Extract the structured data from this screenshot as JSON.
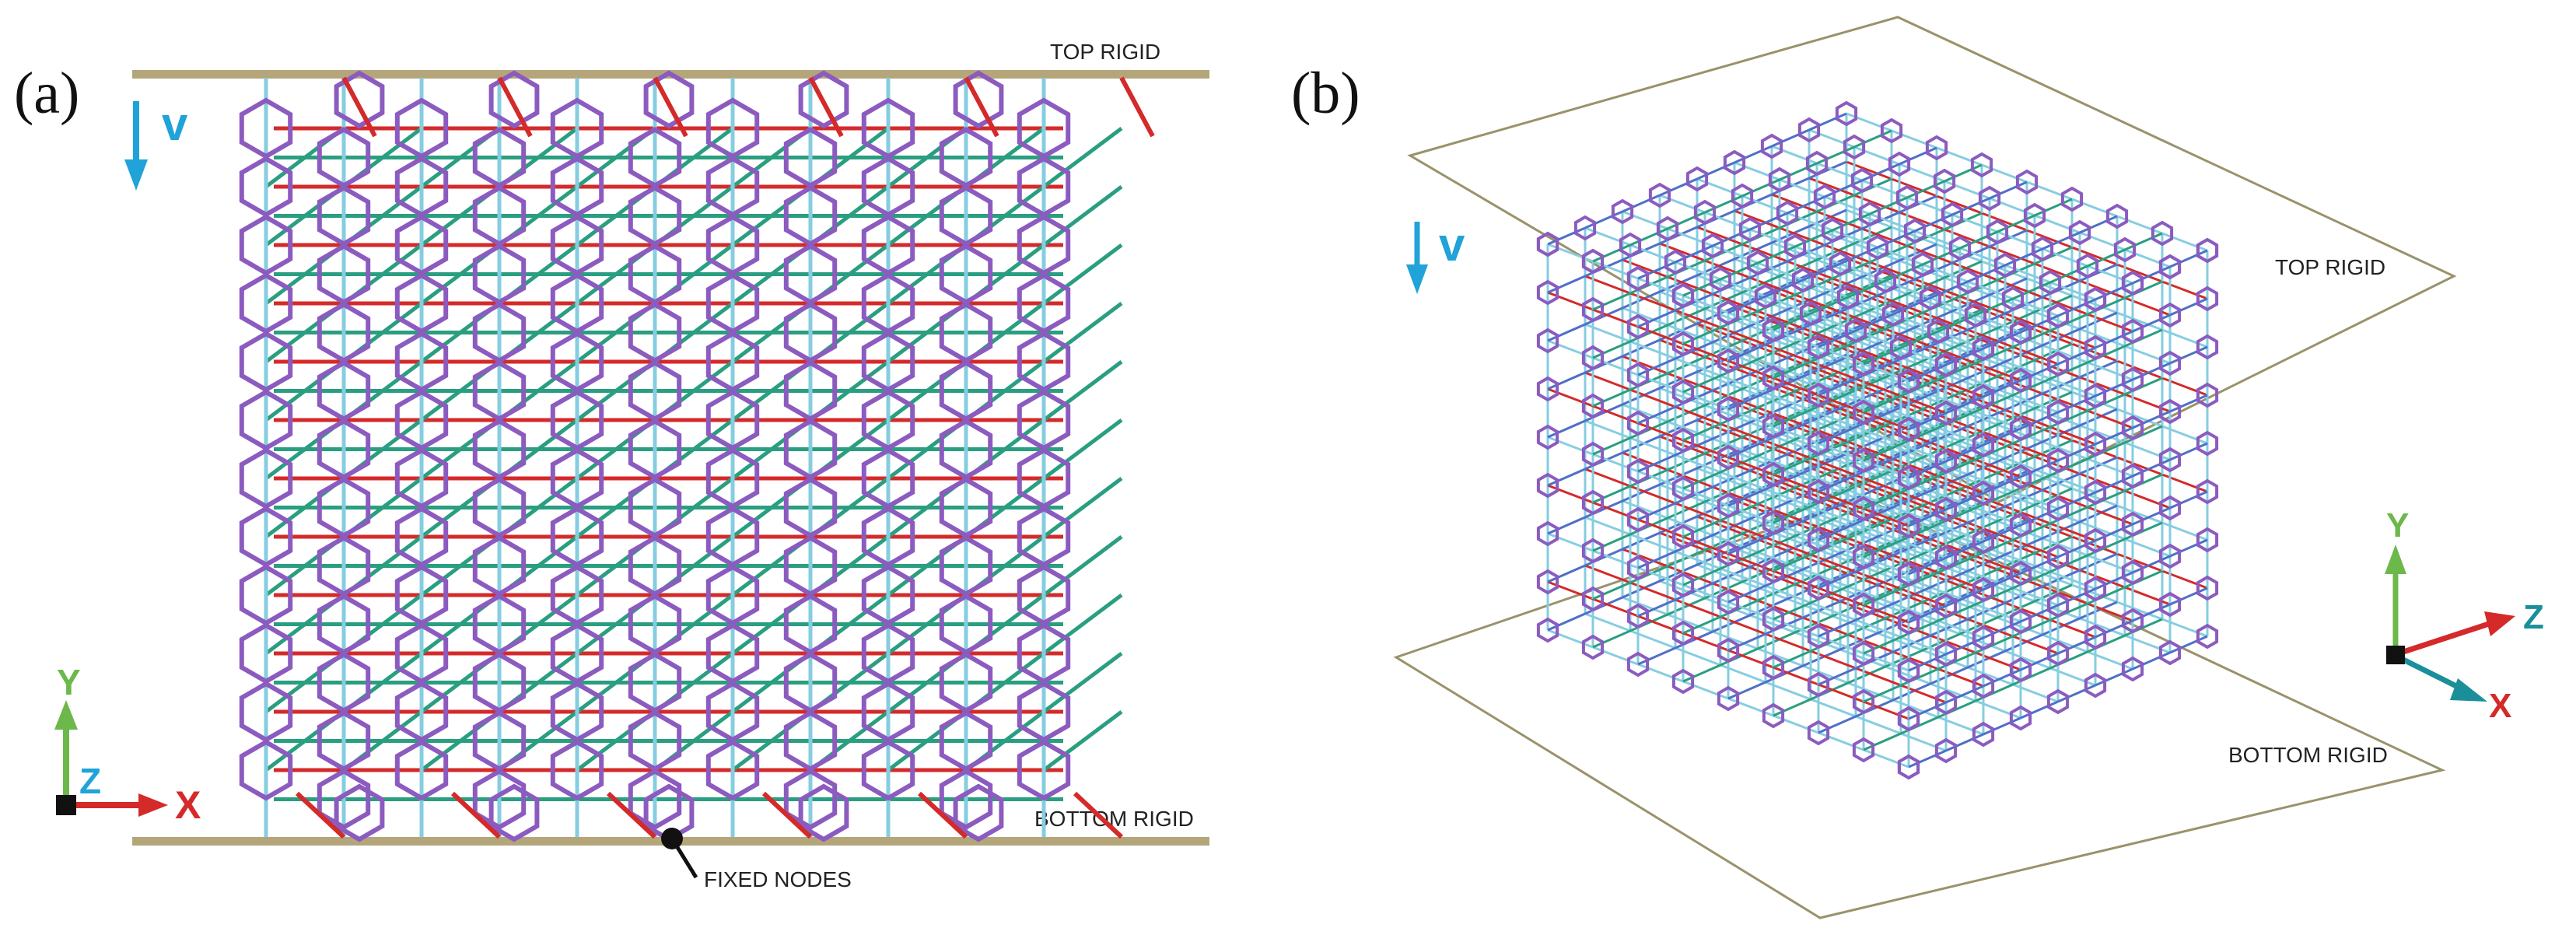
{
  "panel_a": {
    "label": "(a)",
    "top_rigid_label": "TOP RIGID",
    "bottom_rigid_label": "BOTTOM RIGID",
    "fixed_nodes_label": "FIXED NODES",
    "velocity_label": "v",
    "axes": {
      "y": "Y",
      "z": "Z",
      "x": "X"
    }
  },
  "panel_b": {
    "label": "(b)",
    "top_rigid_label": "TOP RIGID",
    "bottom_rigid_label": "BOTTOM RIGID",
    "velocity_label": "v",
    "axes": {
      "y": "Y",
      "z": "Z",
      "x": "X"
    }
  },
  "colors": {
    "rigid_plate": "#b4a67a",
    "plane_outline": "#9a926a",
    "hexagon": "#8c5bbf",
    "hexagon_light": "#9aa8e0",
    "strut_red": "#d42a2a",
    "strut_green": "#2a9e80",
    "strut_blue": "#4f6fc8",
    "strut_cyan": "#86cde0",
    "velocity_arrow": "#1fa3d8",
    "axis_y": "#6cb84a",
    "axis_x": "#d42a2a",
    "axis_z": "#1a8f9a",
    "axis_z_a": "#1fa3d8"
  }
}
